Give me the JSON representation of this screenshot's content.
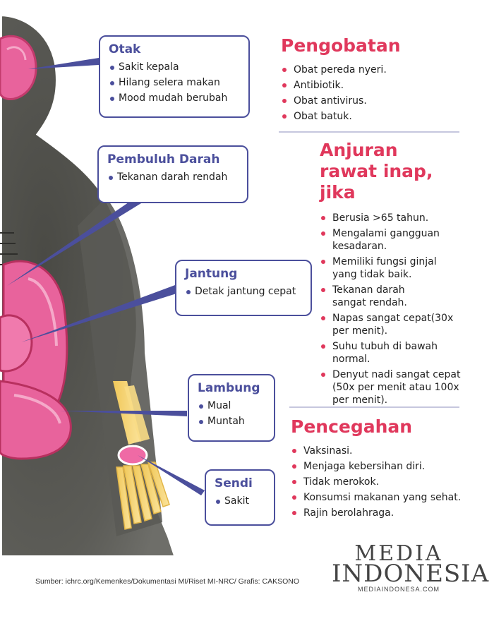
{
  "callouts": {
    "otak": {
      "title": "Otak",
      "items": [
        "Sakit kepala",
        "Hilang selera makan",
        "Mood mudah berubah"
      ]
    },
    "pembuluh": {
      "title": "Pembuluh Darah",
      "items": [
        "Tekanan darah rendah"
      ]
    },
    "jantung": {
      "title": "Jantung",
      "items": [
        "Detak jantung cepat"
      ]
    },
    "lambung": {
      "title": "Lambung",
      "items": [
        "Mual",
        "Muntah"
      ]
    },
    "sendi": {
      "title": "Sendi",
      "items": [
        "Sakit"
      ]
    }
  },
  "panels": {
    "pengobatan": {
      "title": "Pengobatan",
      "items": [
        "Obat pereda nyeri.",
        "Antibiotik.",
        "Obat antivirus.",
        "Obat batuk."
      ]
    },
    "anjuran": {
      "title_lines": [
        "Anjuran",
        "rawat inap,",
        "jika"
      ],
      "items": [
        "Berusia >65 tahun.",
        "Mengalami gangguan kesadaran.",
        "Memiliki fungsi ginjal yang tidak baik.",
        "Tekanan darah sangat rendah.",
        "Napas sangat cepat(30x per menit).",
        "Suhu tubuh di bawah normal.",
        "Denyut nadi sangat cepat (50x per menit atau 100x per menit)."
      ]
    },
    "pencegahan": {
      "title": "Pencegahan",
      "items": [
        "Vaksinasi.",
        "Menjaga kebersihan diri.",
        "Tidak merokok.",
        "Konsumsi makanan yang sehat.",
        "Rajin berolahraga."
      ]
    }
  },
  "footer": {
    "source": "Sumber: ichrc.org/Kemenkes/Dokumentasi MI/Riset MI-NRC/ Grafis: CAKSONO"
  },
  "logo": {
    "line1": "MEDIA",
    "line2": "INDONESIA",
    "url": "MEDIAINDONESA.COM"
  },
  "colors": {
    "accent_pink": "#e0385c",
    "accent_navy": "#4b4f9c",
    "organ_pink": "#e8639c",
    "bone_yellow": "#f5d37a",
    "body_gray": "#5a5a55"
  }
}
